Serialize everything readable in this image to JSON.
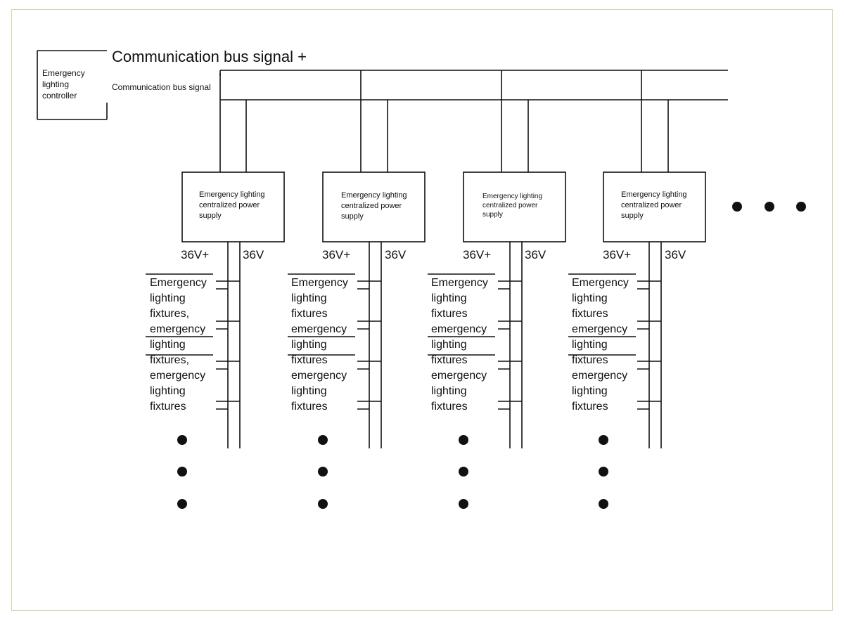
{
  "controller": {
    "label": "Emergency lighting controller"
  },
  "bus": {
    "plus_label": "Communication bus signal +",
    "minus_label": "Communication bus signal"
  },
  "branches": [
    {
      "psu_label": "Emergency lighting centralized power supply",
      "v_plus": "36V+",
      "v_minus": "36V",
      "fixtures": [
        "Emergency lighting fixtures,",
        "emergency lighting fixtures,",
        "emergency lighting fixtures"
      ]
    },
    {
      "psu_label": "Emergency lighting centralized power supply",
      "v_plus": "36V+",
      "v_minus": "36V",
      "fixtures": [
        "Emergency lighting fixtures",
        "emergency lighting fixtures",
        "emergency lighting fixtures"
      ]
    },
    {
      "psu_label": "Emergency lighting centralized power supply",
      "v_plus": "36V+",
      "v_minus": "36V",
      "fixtures": [
        "Emergency lighting fixtures",
        "emergency lighting fixtures",
        "emergency lighting fixtures"
      ]
    },
    {
      "psu_label": "Emergency lighting centralized power supply",
      "v_plus": "36V+",
      "v_minus": "36V",
      "fixtures": [
        "Emergency lighting fixtures",
        "emergency lighting fixtures",
        "emergency lighting fixtures"
      ]
    }
  ],
  "colors": {
    "line": "#111111",
    "frame": "#c9d9a8",
    "dot": "#111111"
  }
}
